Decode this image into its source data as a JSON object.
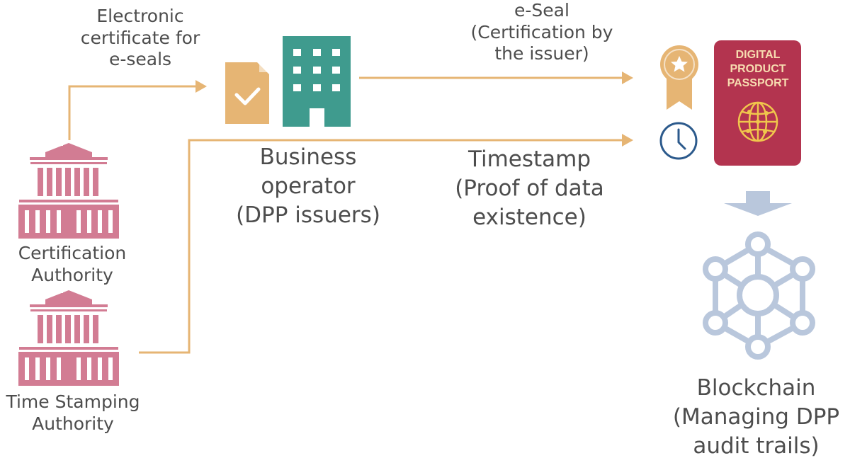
{
  "colors": {
    "arrow": "#e6b574",
    "authority": "#d27c93",
    "building": "#3f9b8e",
    "document": "#e6b574",
    "passport": "#b3344f",
    "passport_text": "#f7dcb0",
    "medal": "#e6b574",
    "clock": "#2c5a8c",
    "blockchain": "#b9c7dc",
    "text": "#4d4d4d"
  },
  "labels": {
    "certificate": [
      "Electronic",
      "certificate for",
      "e-seals"
    ],
    "eseal": [
      "e-Seal",
      "(Certification by",
      "the issuer)"
    ],
    "business": [
      "Business",
      "operator",
      "(DPP issuers)"
    ],
    "timestamp": [
      "Timestamp",
      "(Proof of data",
      "existence)"
    ],
    "cert_authority": [
      "Certification",
      "Authority"
    ],
    "ts_authority": [
      "Time Stamping",
      "Authority"
    ],
    "blockchain": [
      "Blockchain",
      "(Managing DPP",
      "audit trails)"
    ]
  },
  "passport_lines": [
    "DIGITAL",
    "PRODUCT",
    "PASSPORT"
  ],
  "icons": {
    "cert_authority": "government-building-icon",
    "ts_authority": "government-building-icon",
    "document": "document-check-icon",
    "business": "office-building-icon",
    "medal": "medal-icon",
    "clock": "clock-icon",
    "passport": "passport-icon",
    "blockchain": "blockchain-network-icon"
  }
}
